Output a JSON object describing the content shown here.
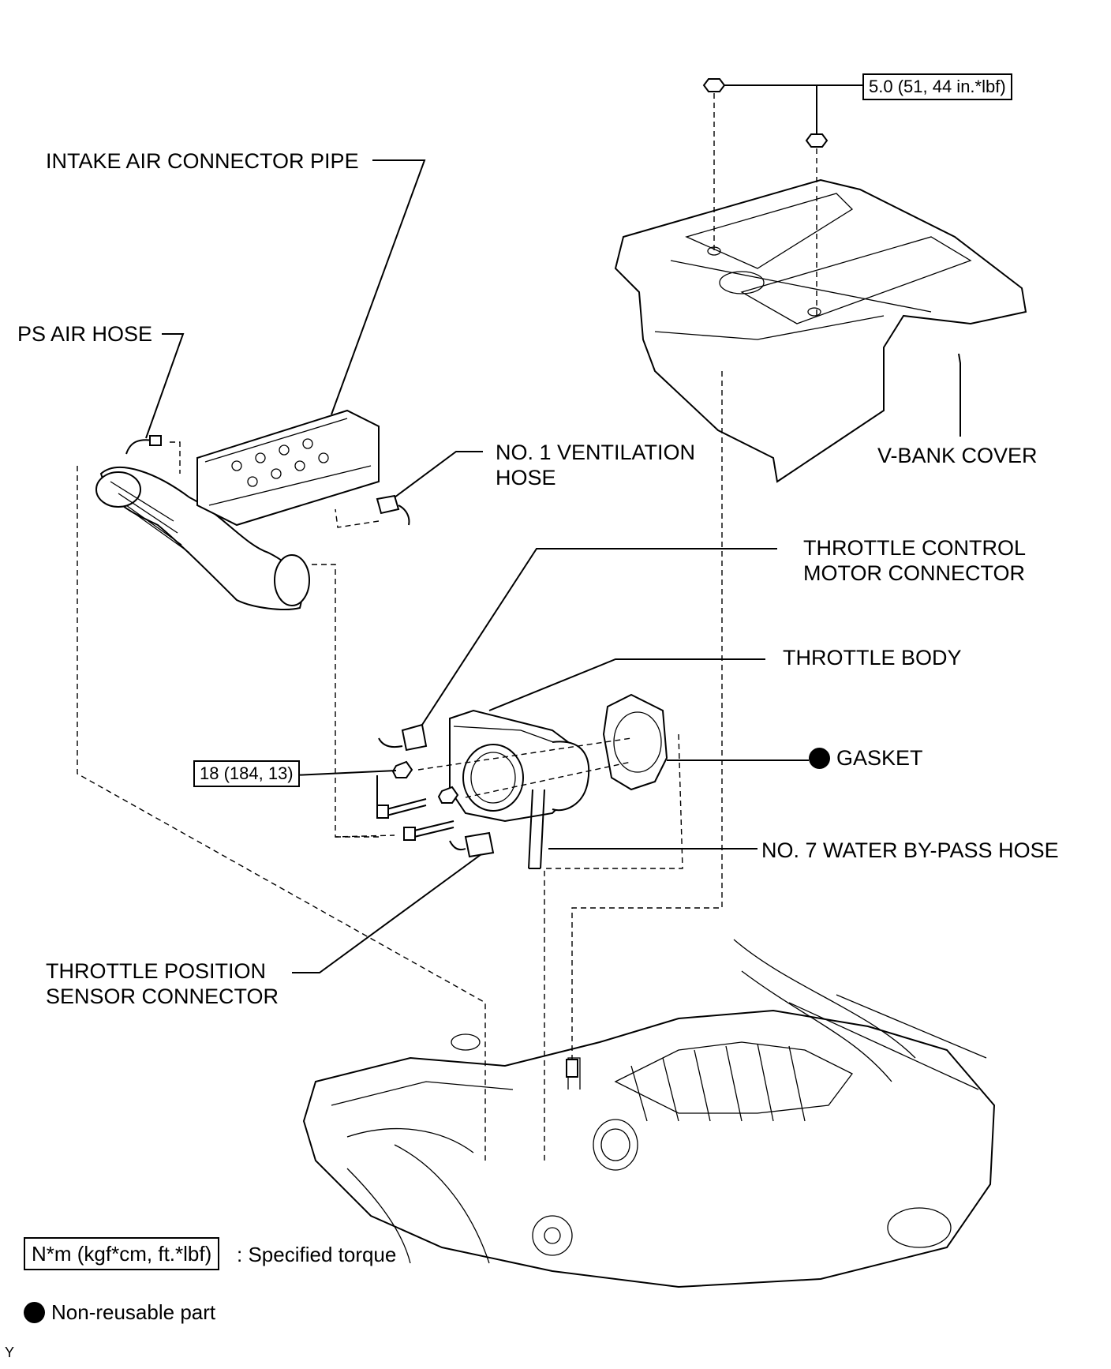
{
  "labels": {
    "intake_air_connector_pipe": "INTAKE AIR CONNECTOR PIPE",
    "ps_air_hose": "PS AIR HOSE",
    "no1_ventilation_hose_line1": "NO. 1 VENTILATION",
    "no1_ventilation_hose_line2": "HOSE",
    "v_bank_cover": "V-BANK COVER",
    "throttle_control_motor_connector_line1": "THROTTLE CONTROL",
    "throttle_control_motor_connector_line2": "MOTOR CONNECTOR",
    "throttle_body": "THROTTLE BODY",
    "gasket": "GASKET",
    "no7_water_bypass_hose": "NO. 7 WATER BY-PASS HOSE",
    "throttle_position_sensor_connector_line1": "THROTTLE POSITION",
    "throttle_position_sensor_connector_line2": "SENSOR CONNECTOR"
  },
  "torques": {
    "v_bank_cover_nuts": "5.0 (51, 44 in.*lbf)",
    "throttle_body_bolts": "18 (184, 13)"
  },
  "legend": {
    "torque_key": "N*m (kgf*cm, ft.*lbf)",
    "torque_desc": ": Specified torque",
    "nonreusable_desc": "Non-reusable part"
  },
  "figure_code": "Y"
}
